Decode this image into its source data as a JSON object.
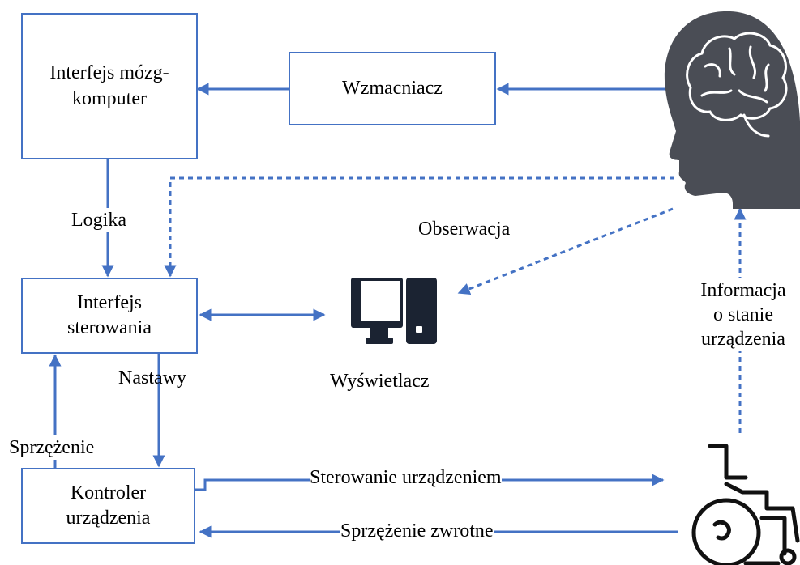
{
  "colors": {
    "accent": "#4472c4",
    "icon": "#4a4d55",
    "display_icon": "#1b2332",
    "wheelchair": "#111111"
  },
  "nodes": {
    "bci": "Interfejs mózg-\nkomputer",
    "amplifier": "Wzmacniacz",
    "control_interface": "Interfejs\nsterowania",
    "device_controller": "Kontroler\nurządzenia"
  },
  "icons": {
    "head": "human-head-brain-icon",
    "display": "computer-display-icon",
    "wheelchair": "wheelchair-icon"
  },
  "edge_labels": {
    "logic": "Logika",
    "observation": "Obserwacja",
    "settings": "Nastawy",
    "feedback": "Sprzężenie",
    "display": "Wyświetlacz",
    "device_state": "Informacja\no stanie\nurządzenia",
    "device_control": "Sterowanie urządzeniem",
    "return_feedback": "Sprzężenie zwrotne"
  }
}
